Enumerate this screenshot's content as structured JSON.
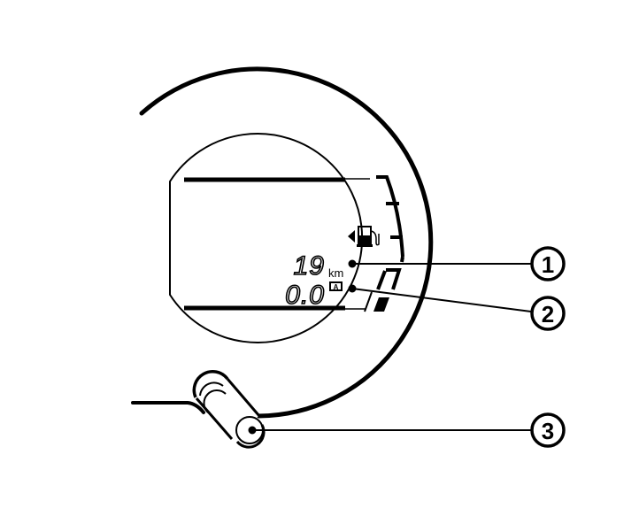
{
  "diagram": {
    "type": "instrument-cluster-trip-odometer",
    "stroke_color": "#000000",
    "background_color": "#ffffff",
    "display": {
      "range_value": "19",
      "range_unit": "km",
      "trip_value": "0.0",
      "trip_indicator": "A",
      "fuel_icon": "fuel-pump-icon",
      "fuel_arrow": "arrow-left-icon"
    },
    "callouts": [
      {
        "number": "1",
        "label": "①",
        "target": "range-readout"
      },
      {
        "number": "2",
        "label": "②",
        "target": "trip-odometer-readout"
      },
      {
        "number": "3",
        "label": "③",
        "target": "trip-reset-knob"
      }
    ]
  }
}
